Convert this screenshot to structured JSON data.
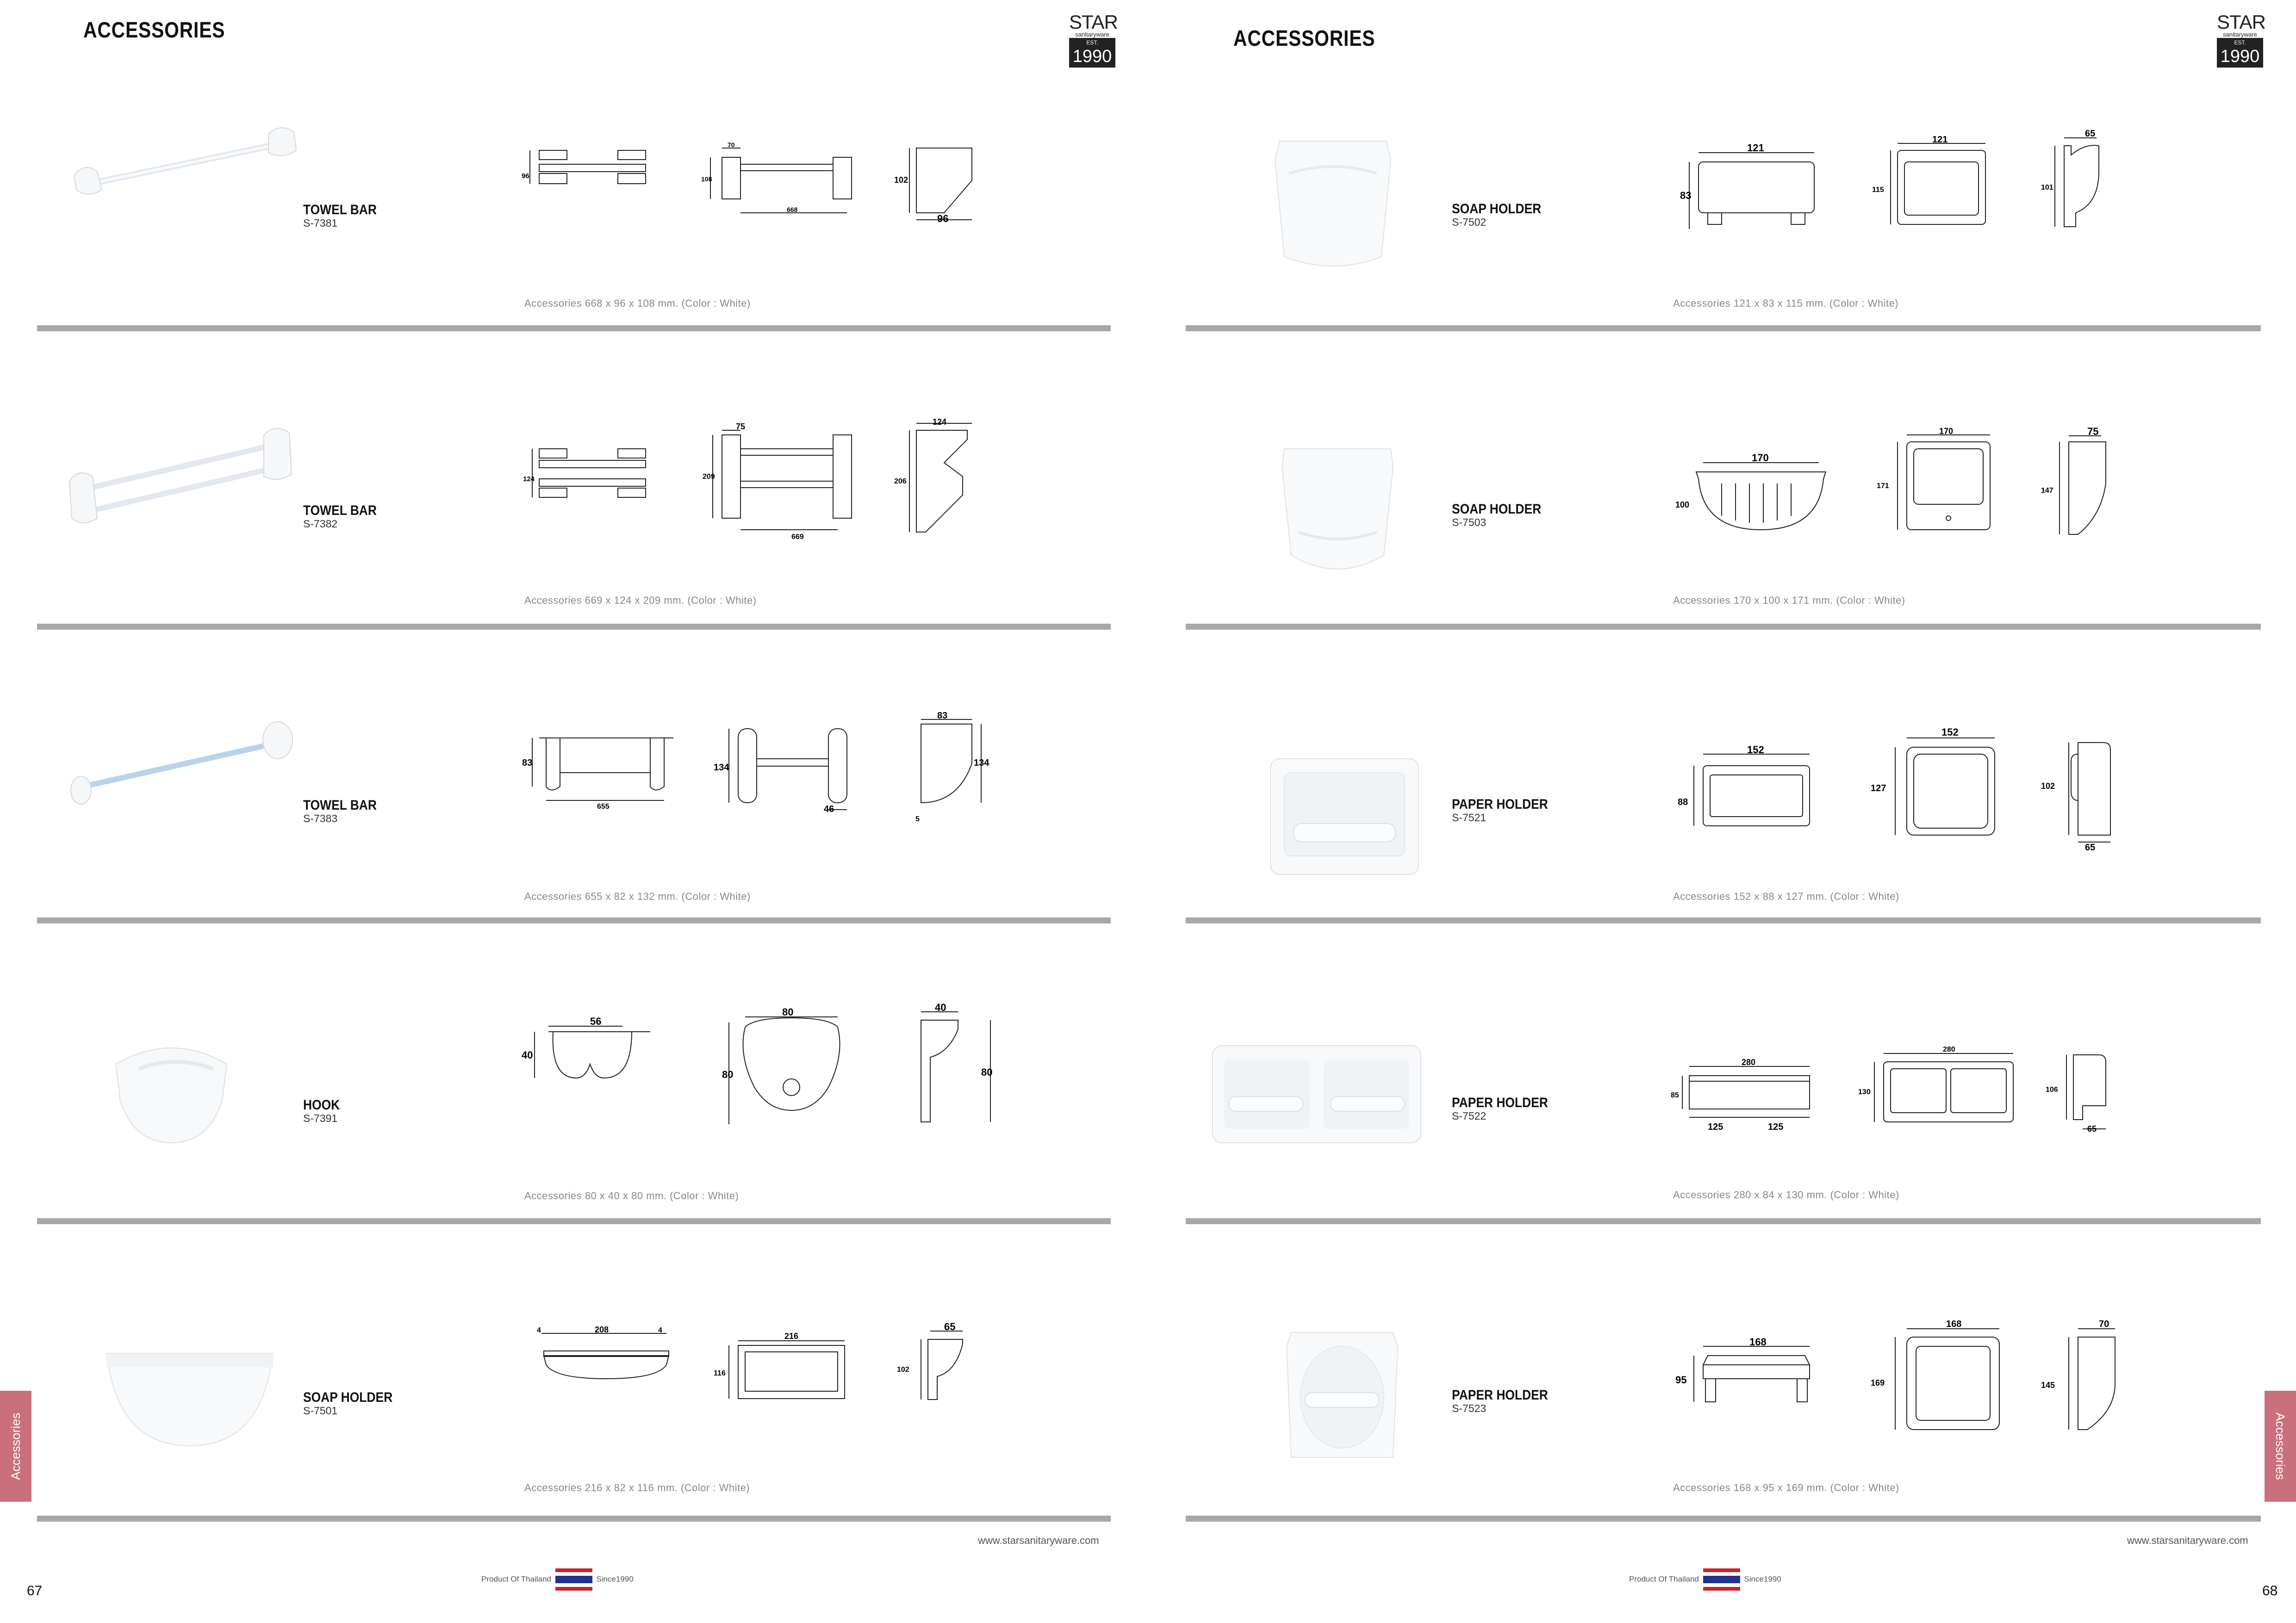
{
  "left_page": {
    "title": "ACCESSORIES",
    "logo": {
      "brand": "STAR",
      "sub": "sanitaryware",
      "est": "EST.",
      "year": "1990"
    },
    "products": [
      {
        "name": "TOWEL BAR",
        "code": "S-7381",
        "spec": "Accessories 668 x 96 x 108 mm. (Color : White)",
        "dims": {
          "a": "96",
          "b": "70",
          "c": "108",
          "d": "668",
          "e": "102",
          "f": "96"
        }
      },
      {
        "name": "TOWEL BAR",
        "code": "S-7382",
        "spec": "Accessories 669 x 124 x 209 mm. (Color : White)",
        "dims": {
          "a": "124",
          "b": "75",
          "c": "209",
          "d": "669",
          "e": "124",
          "f": "206"
        }
      },
      {
        "name": "TOWEL BAR",
        "code": "S-7383",
        "spec": "Accessories 655 x 82 x 132 mm. (Color : White)",
        "dims": {
          "a": "83",
          "b": "655",
          "c": "134",
          "d": "46",
          "e": "83",
          "f": "134",
          "g": "5"
        }
      },
      {
        "name": "HOOK",
        "code": "S-7391",
        "spec": "Accessories 80 x 40 x 80 mm. (Color : White)",
        "dims": {
          "a": "56",
          "b": "40",
          "c": "80",
          "d": "80",
          "e": "40",
          "f": "80"
        }
      },
      {
        "name": "SOAP HOLDER",
        "code": "S-7501",
        "spec": "Accessories 216 x 82 x 116 mm. (Color : White)",
        "dims": {
          "a": "4",
          "b": "208",
          "c": "4",
          "d": "216",
          "e": "116",
          "f": "65",
          "g": "102"
        }
      }
    ],
    "footer": {
      "web": "www.starsanitaryware.com",
      "made_left": "Product Of Thailand",
      "made_right": "Since1990",
      "page": "67"
    },
    "side_tab": "Accessories"
  },
  "right_page": {
    "title": "ACCESSORIES",
    "logo": {
      "brand": "STAR",
      "sub": "sanitaryware",
      "est": "EST.",
      "year": "1990"
    },
    "products": [
      {
        "name": "SOAP HOLDER",
        "code": "S-7502",
        "spec": "Accessories 121 x 83 x 115 mm. (Color : White)",
        "dims": {
          "a": "121",
          "b": "83",
          "c": "121",
          "d": "115",
          "e": "65",
          "f": "101"
        }
      },
      {
        "name": "SOAP HOLDER",
        "code": "S-7503",
        "spec": "Accessories 170 x 100 x 171 mm. (Color : White)",
        "dims": {
          "a": "170",
          "b": "100",
          "c": "170",
          "d": "171",
          "e": "75",
          "f": "147"
        }
      },
      {
        "name": "PAPER HOLDER",
        "code": "S-7521",
        "spec": "Accessories 152 x 88 x 127 mm. (Color : White)",
        "dims": {
          "a": "152",
          "b": "88",
          "c": "152",
          "d": "127",
          "e": "102",
          "f": "65"
        }
      },
      {
        "name": "PAPER HOLDER",
        "code": "S-7522",
        "spec": "Accessories 280 x 84 x 130 mm. (Color : White)",
        "dims": {
          "a": "280",
          "b": "85",
          "g": "125",
          "h": "125",
          "c": "280",
          "d": "130",
          "e": "106",
          "f": "65"
        }
      },
      {
        "name": "PAPER HOLDER",
        "code": "S-7523",
        "spec": "Accessories 168 x 95 x 169 mm. (Color : White)",
        "dims": {
          "a": "168",
          "b": "95",
          "c": "168",
          "d": "169",
          "e": "70",
          "f": "145"
        }
      }
    ],
    "footer": {
      "web": "www.starsanitaryware.com",
      "made_left": "Product Of Thailand",
      "made_right": "Since1990",
      "page": "68"
    },
    "side_tab": "Accessories"
  },
  "colors": {
    "separator": "#a8a8a8",
    "tab": "#c9707c",
    "flag_red": "#d0202a",
    "flag_blue": "#23318a"
  }
}
